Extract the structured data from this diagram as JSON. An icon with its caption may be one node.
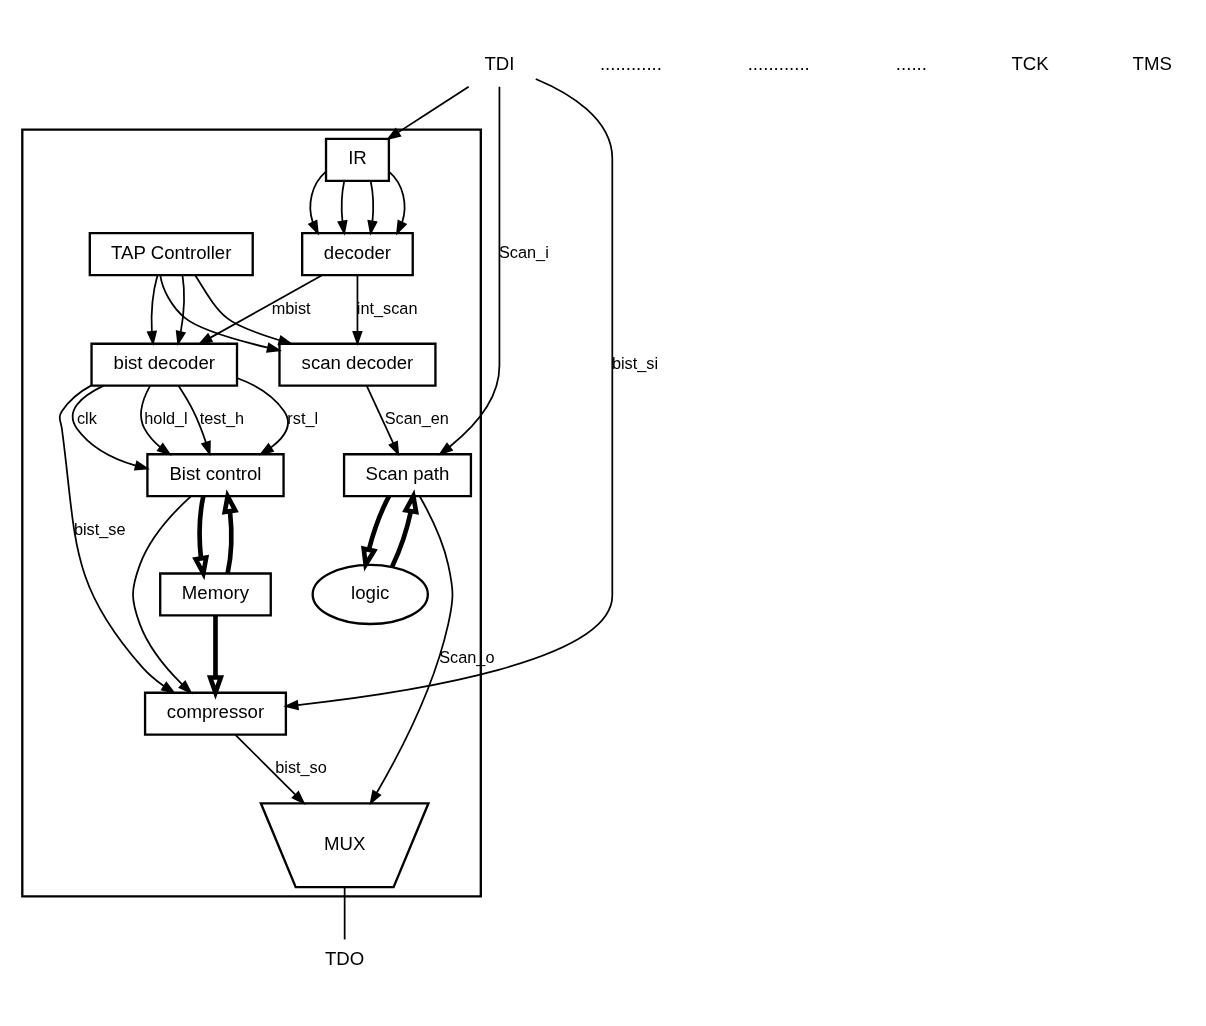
{
  "diagram": {
    "nodes": [
      {
        "text": [],
        "shape": "box"
      },
      {
        "text": [
          "Scan path"
        ],
        "in": 0
      },
      {
        "text": [
          "logic"
        ],
        "in": 0
      },
      {
        "text": [
          "Bist control"
        ],
        "in": 0
      },
      {
        "text": [
          "Memory"
        ],
        "in": 0
      },
      {
        "text": [
          "compressor"
        ],
        "in": 0
      },
      {
        "text": [
          "MUX"
        ],
        "in": 0
      },
      {
        "text": [
          "bist decoder"
        ],
        "in": 0
      },
      {
        "text": [
          "scan decoder"
        ],
        "in": 0
      },
      {
        "text": [
          "decoder"
        ],
        "in": 0
      },
      {
        "text": [
          "IR"
        ],
        "in": 0
      },
      {
        "text": [
          "TAP Controller"
        ],
        "in": 0
      },
      {
        "text": [
          "TDI"
        ]
      },
      {
        "text": [
          "TDO"
        ]
      }
    ],
    "edges": [
      {
        "from": 12,
        "to": 1,
        "arrow": "to",
        "label": "Scan_i"
      },
      {
        "from": 8,
        "to": 1,
        "arrow": "to",
        "label": "Scan_en"
      },
      {
        "from": 1,
        "to": 6,
        "arrow": "to",
        "label": "Scan_o"
      },
      {
        "from": 2,
        "to": 1,
        "arrow": "to",
        "style": "thick"
      },
      {
        "from": 1,
        "to": 2,
        "arrow": "to",
        "style": "thick"
      },
      {
        "from": 7,
        "to": 3,
        "arrow": "to",
        "label": "rst_l"
      },
      {
        "from": 7,
        "to": 3,
        "arrow": "to",
        "label": "clk"
      },
      {
        "from": 7,
        "to": 3,
        "arrow": "to",
        "label": "hold_l"
      },
      {
        "from": 7,
        "to": 3,
        "arrow": "to",
        "label": "test_h"
      },
      {
        "from": 3,
        "to": 4,
        "arrow": "to",
        "style": "thick"
      },
      {
        "from": 4,
        "to": 3,
        "arrow": "to",
        "style": "thick"
      },
      {
        "from": 4,
        "to": 5,
        "arrow": "to",
        "style": "thick"
      },
      {
        "from": 3,
        "to": 5,
        "arrow": "to"
      },
      {
        "from": 7,
        "to": 5,
        "arrow": "to",
        "label": "bist_se"
      },
      {
        "from": 12,
        "to": 5,
        "arrow": "to",
        "label": "bist_si"
      },
      {
        "from": 5,
        "to": 6,
        "arrow": "to",
        "label": "bist_so"
      },
      {
        "from": 6,
        "to": 13,
        "arrow": "none"
      },
      {
        "from": 9,
        "to": 7,
        "arrow": "to",
        "label": "mbist"
      },
      {
        "from": 9,
        "to": 8,
        "arrow": "to",
        "label": "int_scan"
      },
      {
        "from": 11,
        "to": 7,
        "arrow": "to"
      },
      {
        "from": 11,
        "to": 7,
        "arrow": "to"
      },
      {
        "from": 11,
        "to": 8,
        "arrow": "to"
      },
      {
        "from": 11,
        "to": 8,
        "arrow": "to"
      },
      {
        "from": 12,
        "to": 10,
        "arrow": "to"
      },
      {
        "from": 10,
        "to": 9,
        "arrow": "to"
      },
      {
        "from": 10,
        "to": 9,
        "arrow": "to"
      },
      {
        "from": 10,
        "to": 9,
        "arrow": "to"
      },
      {
        "from": 10,
        "to": 9,
        "arrow": "to"
      }
    ],
    "labels": [
      "............",
      "............",
      "......",
      "TCK",
      "TMS"
    ]
  }
}
